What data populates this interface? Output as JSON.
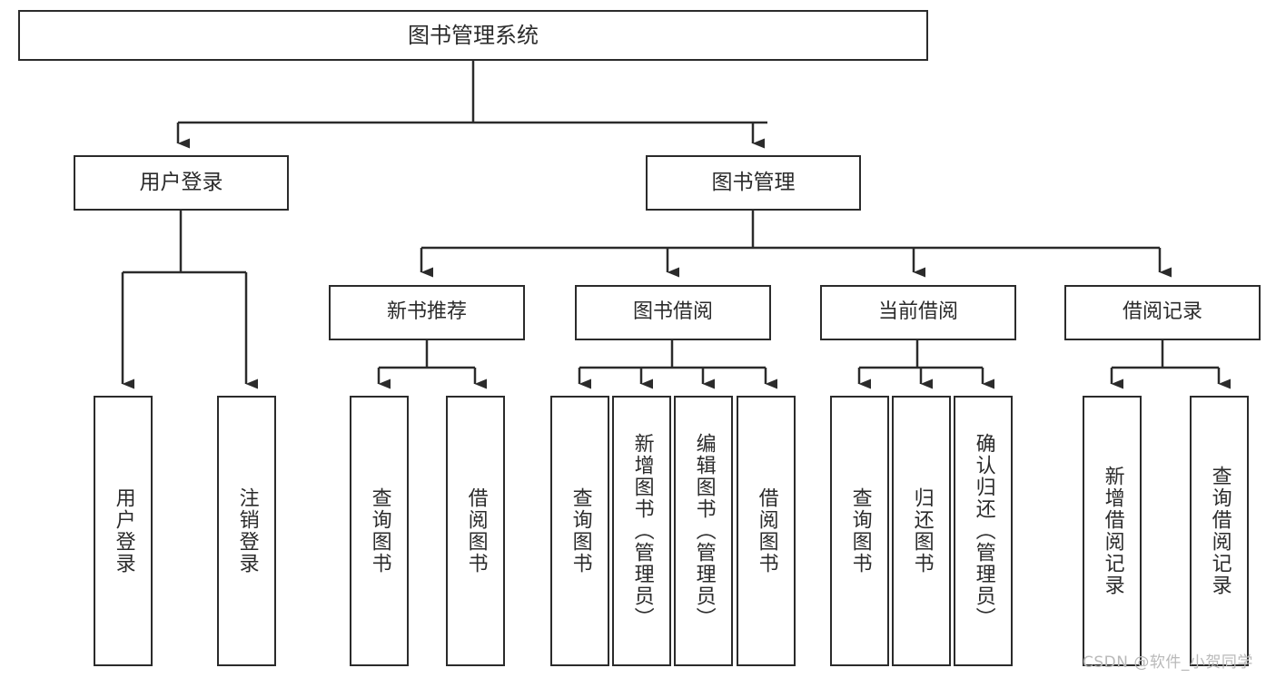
{
  "diagram": {
    "type": "tree",
    "title": "图书管理系统",
    "colors": {
      "box_border": "#2b2b2b",
      "box_fill": "#ffffff",
      "line": "#2b2b2b",
      "watermark": "#b9b9b9",
      "background": "#ffffff"
    },
    "nodes": {
      "root": {
        "label": "图书管理系统"
      },
      "level2": [
        {
          "id": "user-login",
          "label": "用户登录"
        },
        {
          "id": "book-manage",
          "label": "图书管理"
        }
      ],
      "level3": [
        {
          "id": "new-book-recommend",
          "label": "新书推荐"
        },
        {
          "id": "book-borrow",
          "label": "图书借阅"
        },
        {
          "id": "current-borrow",
          "label": "当前借阅"
        },
        {
          "id": "borrow-record",
          "label": "借阅记录"
        }
      ],
      "leaves": [
        {
          "id": "leaf-user-login",
          "label": "用户登录",
          "parent": "user-login"
        },
        {
          "id": "leaf-user-logout",
          "label": "注销登录",
          "parent": "user-login"
        },
        {
          "id": "leaf-query-book-1",
          "label": "查询图书",
          "parent": "new-book-recommend"
        },
        {
          "id": "leaf-borrow-book-1",
          "label": "借阅图书",
          "parent": "new-book-recommend"
        },
        {
          "id": "leaf-query-book-2",
          "label": "查询图书",
          "parent": "book-borrow"
        },
        {
          "id": "leaf-add-book",
          "label": "新增图书（管理员）",
          "parent": "book-borrow"
        },
        {
          "id": "leaf-edit-book",
          "label": "编辑图书（管理员）",
          "parent": "book-borrow"
        },
        {
          "id": "leaf-borrow-book-2",
          "label": "借阅图书",
          "parent": "book-borrow"
        },
        {
          "id": "leaf-query-book-3",
          "label": "查询图书",
          "parent": "current-borrow"
        },
        {
          "id": "leaf-return-book",
          "label": "归还图书",
          "parent": "current-borrow"
        },
        {
          "id": "leaf-confirm-return",
          "label": "确认归还（管理员）",
          "parent": "current-borrow"
        },
        {
          "id": "leaf-add-record",
          "label": "新增借阅记录",
          "parent": "borrow-record"
        },
        {
          "id": "leaf-query-record",
          "label": "查询借阅记录",
          "parent": "borrow-record"
        }
      ]
    },
    "watermark": "CSDN @软件_小贺同学"
  }
}
